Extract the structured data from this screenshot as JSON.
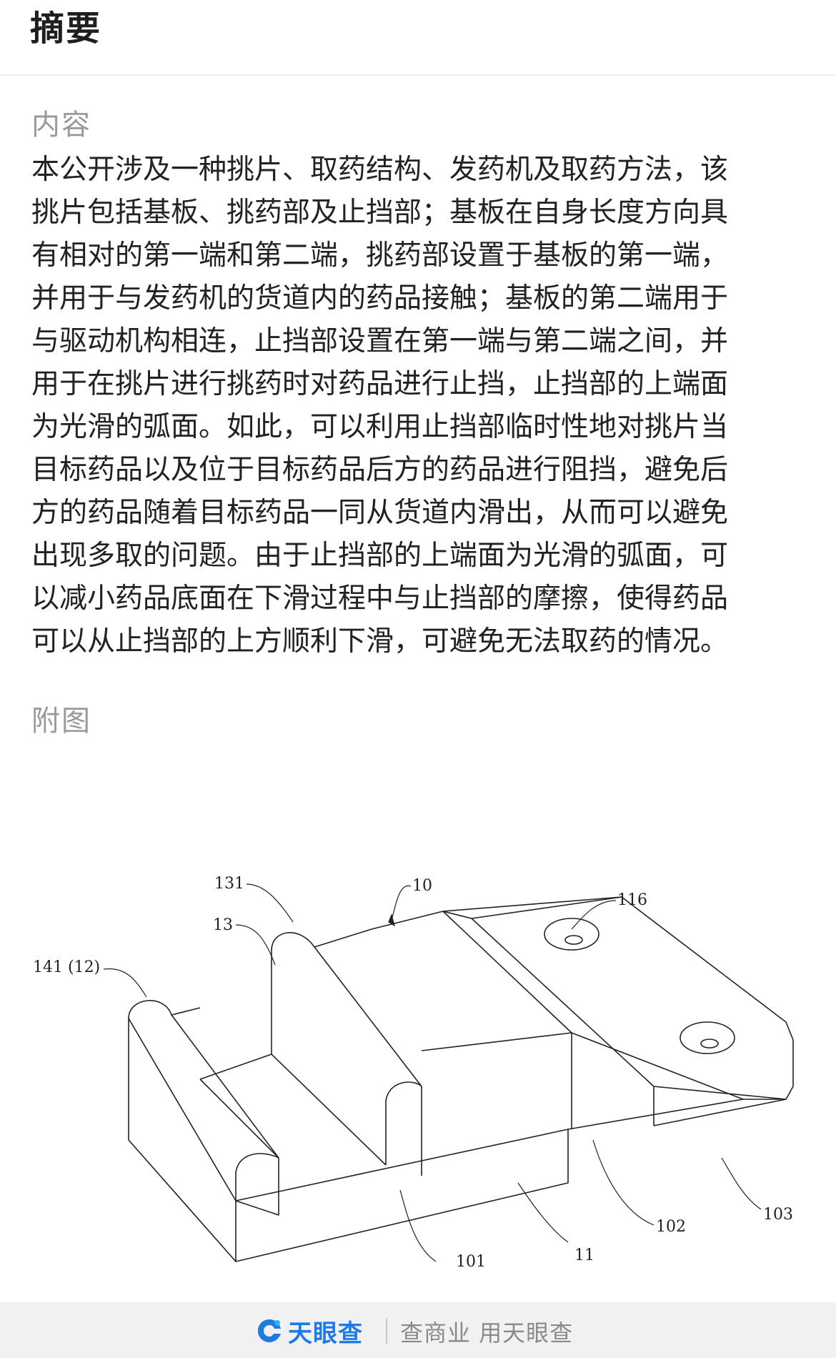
{
  "header": {
    "title": "摘要"
  },
  "content": {
    "label": "内容",
    "lines": [
      "本公开涉及一种挑片、取药结构、发药机及取药方法，该",
      "挑片包括基板、挑药部及止挡部；基板在自身长度方向具",
      "有相对的第一端和第二端，挑药部设置于基板的第一端，",
      "并用于与发药机的货道内的药品接触；基板的第二端用于",
      "与驱动机构相连，止挡部设置在第一端与第二端之间，并",
      "用于在挑片进行挑药时对药品进行止挡，止挡部的上端面",
      "为光滑的弧面。如此，可以利用止挡部临时性地对挑片当",
      "目标药品以及位于目标药品后方的药品进行阻挡，避免后",
      "方的药品随着目标药品一同从货道内滑出，从而可以避免",
      "出现多取的问题。由于止挡部的上端面为光滑的弧面，可",
      "以减小药品底面在下滑过程中与止挡部的摩擦，使得药品",
      "可以从止挡部的上方顺利下滑，可避免无法取药的情况。"
    ]
  },
  "figure": {
    "label": "附图",
    "callouts": {
      "c10": "10",
      "c131": "131",
      "c13": "13",
      "c141": "141 (12)",
      "c116": "116",
      "c101": "101",
      "c11": "11",
      "c102": "102",
      "c103": "103"
    }
  },
  "footer": {
    "brand": "天眼查",
    "slogan": "查商业 用天眼查",
    "brand_color": "#1f7be3"
  }
}
